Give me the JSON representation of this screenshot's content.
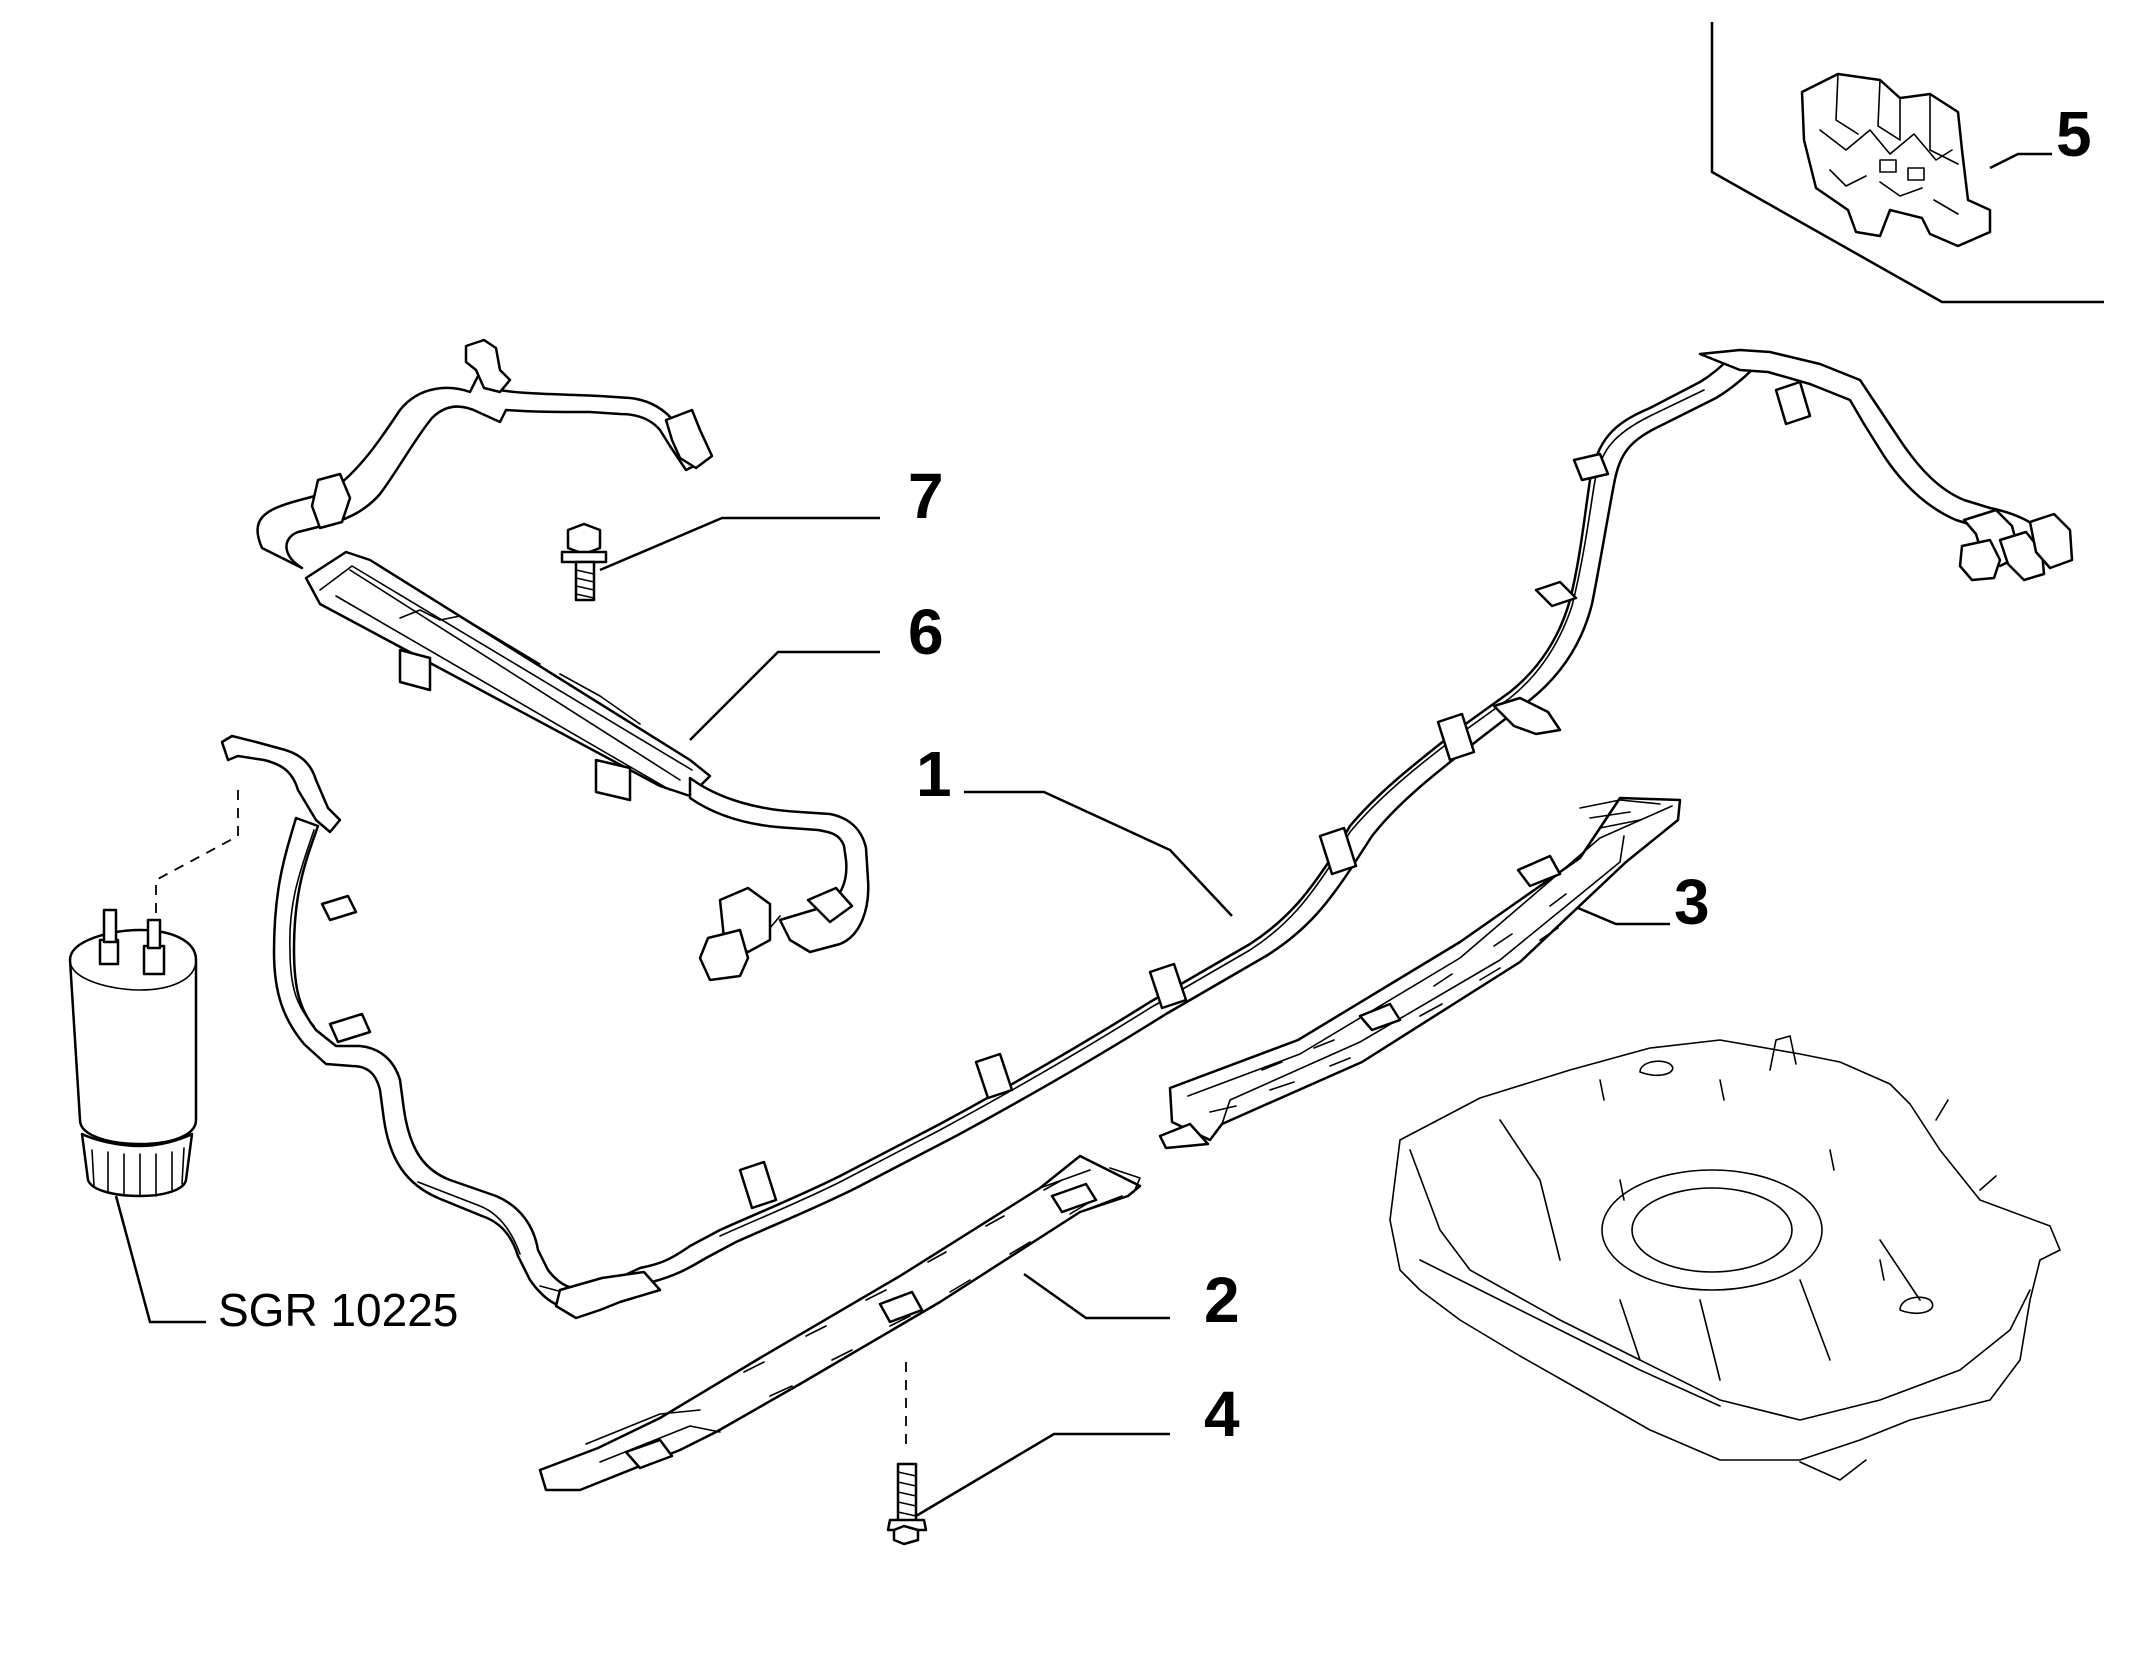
{
  "callouts": [
    {
      "id": "1",
      "text": "1"
    },
    {
      "id": "2",
      "text": "2"
    },
    {
      "id": "3",
      "text": "3"
    },
    {
      "id": "4",
      "text": "4"
    },
    {
      "id": "5",
      "text": "5"
    },
    {
      "id": "6",
      "text": "6"
    },
    {
      "id": "7",
      "text": "7"
    }
  ],
  "reference_label": "SGR 10225"
}
